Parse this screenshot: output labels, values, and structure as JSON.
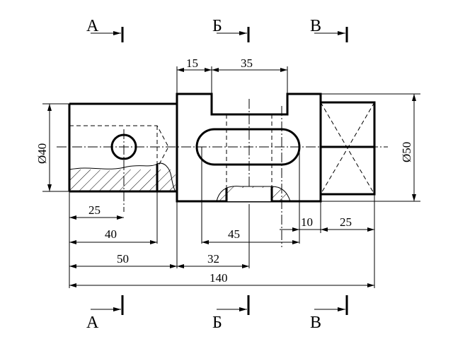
{
  "sections": {
    "a": "А",
    "b": "Б",
    "v": "В"
  },
  "dims": {
    "d15": "15",
    "d35": "35",
    "d25_left": "25",
    "d40": "40",
    "d50": "50",
    "d32": "32",
    "d45": "45",
    "d10": "10",
    "d25_right": "25",
    "d140": "140",
    "dia40": "Ø40",
    "dia50": "Ø50"
  }
}
